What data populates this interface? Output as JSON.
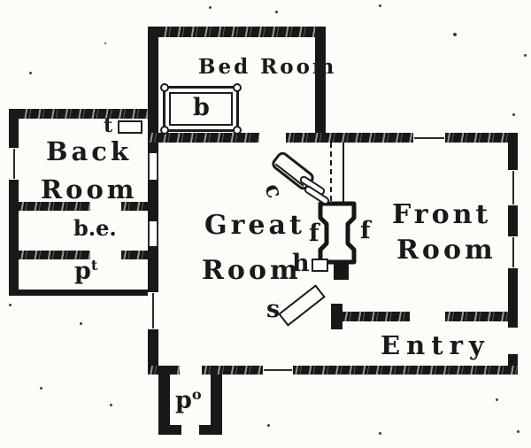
{
  "labels": {
    "bed_room": "Bed Room",
    "back_room_line1": "Back",
    "back_room_line2": "Room",
    "great_room_line1": "Great",
    "great_room_line2": "Room",
    "front_room_line1": "Front",
    "front_room_line2": "Room",
    "entry": "Entry",
    "be": "b.e.",
    "pt_base": "p",
    "pt_sup": "t",
    "po_base": "p",
    "po_sup": "o",
    "bed": "b",
    "table": "t",
    "chair": "c",
    "fire_left": "f",
    "fire_right": "f",
    "hearth": "h",
    "settle": "s"
  },
  "colors": {
    "ink": "#1a1a1a",
    "paper": "#fcfcf9"
  }
}
